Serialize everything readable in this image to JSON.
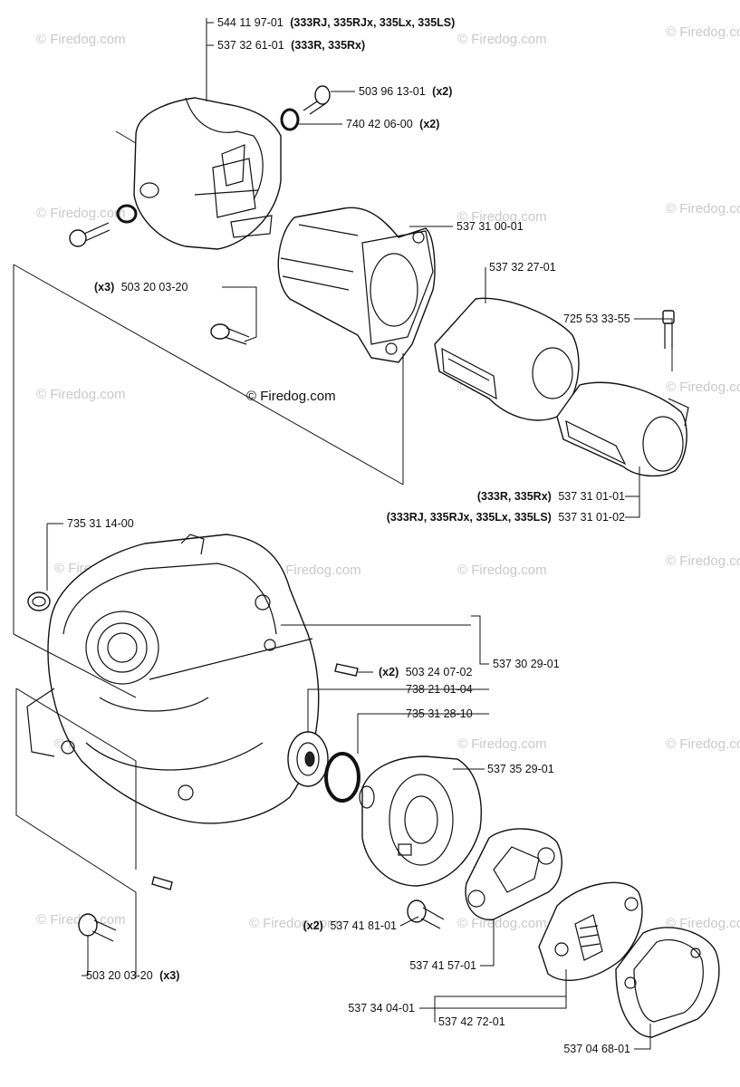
{
  "watermark": "© Firedog.com",
  "copyright": "© Firedog.com",
  "labels": {
    "cover_a": {
      "number": "544 11 97-01",
      "note": "(333RJ, 335RJx, 335Lx, 335LS)"
    },
    "cover_b": {
      "number": "537 32 61-01",
      "note": "(333R, 335Rx)"
    },
    "screw_a": {
      "number": "503 96 13-01",
      "note": "(x2)"
    },
    "oring": {
      "number": "740 42 06-00",
      "note": "(x2)"
    },
    "cylinder": {
      "number": "537 31 00-01"
    },
    "screw_b": {
      "prefix": "(x3)",
      "number": "503 20 03-20"
    },
    "piston": {
      "number": "537 32 27-01"
    },
    "bolt": {
      "number": "725 53 33-55"
    },
    "muffler_a": {
      "prefix": "(333R, 335Rx)",
      "number": "537 31 01-01"
    },
    "muffler_b": {
      "prefix": "(333RJ, 335RJx, 335Lx, 335LS)",
      "number": "537 31 01-02"
    },
    "clip": {
      "number": "735 31 14-00"
    },
    "pin": {
      "prefix": "(x2)",
      "number": "503 24 07-02"
    },
    "crankcase": {
      "number": "537 30 29-01"
    },
    "bearing": {
      "number": "738 21 01-04"
    },
    "seal": {
      "number": "735 31 28-10"
    },
    "drum": {
      "number": "537 35 29-01"
    },
    "screw_c": {
      "prefix": "(x2)",
      "number": "537 41 81-01"
    },
    "washer": {
      "number": "537 41 57-01"
    },
    "clutch_a": {
      "number": "537 34 04-01"
    },
    "clutch_b": {
      "number": "537 42 72-01"
    },
    "gasket": {
      "number": "537 04 68-01"
    },
    "screw_d": {
      "number": "503 20 03-20",
      "note": "(x3)"
    }
  }
}
